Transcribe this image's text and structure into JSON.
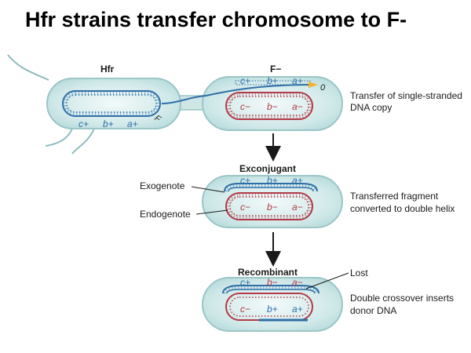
{
  "title": "Hfr strains transfer chromosome to F-",
  "cells": {
    "hfr": {
      "label": "Hfr",
      "genes_bottom": [
        "c+",
        "b+",
        "a+"
      ],
      "f_marker": "F"
    },
    "recipient": {
      "label": "F−",
      "genes_outer": [
        "c+",
        "b+",
        "a+"
      ],
      "genes_inner": [
        "c−",
        "b−",
        "a−"
      ],
      "origin_marker": "0",
      "note": [
        "Transfer of single-stranded",
        "DNA copy"
      ]
    }
  },
  "exconjugant": {
    "heading": "Exconjugant",
    "exogenote_label": "Exogenote",
    "endogenote_label": "Endogenote",
    "genes_outer": [
      "c+",
      "b+",
      "a+"
    ],
    "genes_inner": [
      "c−",
      "b−",
      "a−"
    ],
    "note": [
      "Transferred fragment",
      "converted to double helix"
    ]
  },
  "recombinant": {
    "heading": "Recombinant",
    "lost_label": "Lost",
    "genes_outer": [
      "c+",
      "b−",
      "a−"
    ],
    "genes_inner": [
      "c−",
      "b+",
      "a+"
    ],
    "note": [
      "Double crossover inserts",
      "donor DNA"
    ]
  },
  "colors": {
    "cell_fill": "#cfe6e6",
    "cell_outline": "#9cc5c7",
    "donor_dna": "#2f6fa8",
    "recipient_dna": "#b23a48",
    "arrow": "#1a1a1a",
    "origin_marker": "#f2b233"
  }
}
